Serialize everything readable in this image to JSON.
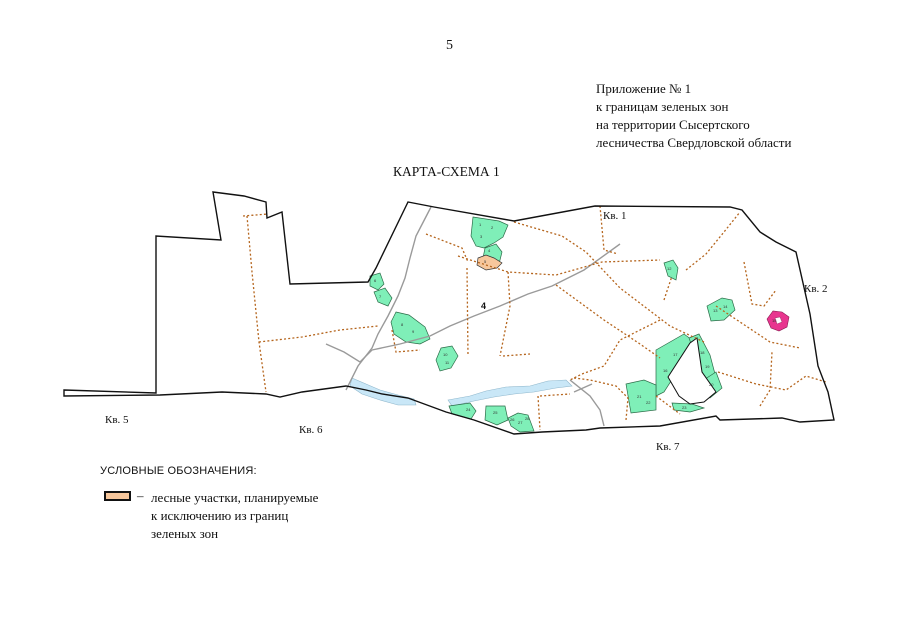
{
  "page_number": "5",
  "appendix": {
    "lines": [
      "Приложение № 1",
      "к границам зеленых зон",
      "на территории Сысертского",
      "лесничества Свердловской области"
    ]
  },
  "map_title": "КАРТА-СХЕМА 1",
  "quarter_labels": {
    "kv1": "Кв. 1",
    "kv2": "Кв. 2",
    "kv5": "Кв. 5",
    "kv6": "Кв. 6",
    "kv7": "Кв. 7"
  },
  "area_label": "4",
  "parcel_numbers": {
    "p1": "1",
    "p2": "2",
    "p3": "3",
    "p4": "4",
    "p5": "5",
    "p6": "6",
    "p7": "7",
    "p8": "8",
    "p9": "9",
    "p10": "10",
    "p11": "11",
    "p12": "12",
    "p13": "13",
    "p14": "14",
    "p15": "15",
    "p16": "16",
    "p17": "17",
    "p18": "18",
    "p19": "19",
    "p20": "20",
    "p21": "21",
    "p22": "22",
    "p23": "23",
    "p24": "24",
    "p25": "25",
    "p26": "26",
    "p27": "27",
    "p28": "28"
  },
  "legend": {
    "title": "УСЛОВНЫЕ ОБОЗНАЧЕНИЯ:",
    "dash": "–",
    "swatch_color": "#f7c79c",
    "lines": [
      "лесные участки, планируемые",
      "к исключению из границ",
      "зеленых зон"
    ]
  },
  "colors": {
    "green_zone": "#7fefb8",
    "excluded_parcel": "#f7c79c",
    "pink_parcel": "#e8368f",
    "water": "#c9e7f7",
    "quarter_line": "#b5651d",
    "boundary": "#111111"
  }
}
